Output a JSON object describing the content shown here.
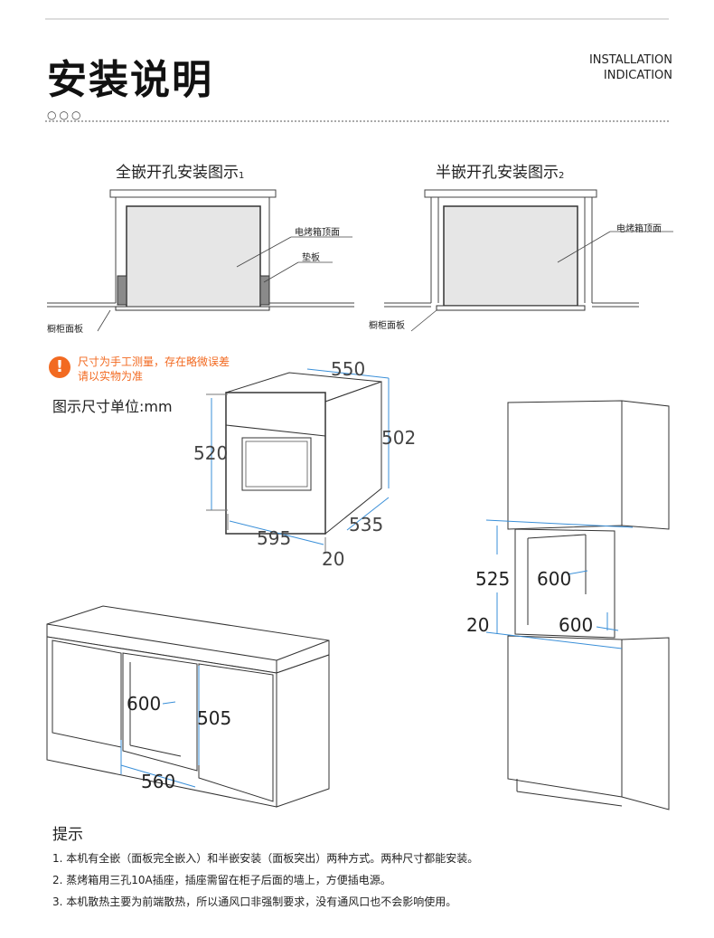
{
  "header": {
    "title": "安装说明",
    "en_line1": "INSTALLATION",
    "en_line2": "INDICATION",
    "dots": "○○○"
  },
  "fig1": {
    "title": "全嵌开孔安装图示",
    "num": "1",
    "label_top": "电烤箱顶面",
    "label_pad": "垫板",
    "label_panel": "橱柜面板"
  },
  "fig2": {
    "title": "半嵌开孔安装图示",
    "num": "2",
    "label_top": "电烤箱顶面",
    "label_panel": "橱柜面板"
  },
  "warning": {
    "icon": "!",
    "line1": "尺寸为手工测量，存在略微误差",
    "line2": "请以实物为准"
  },
  "unit_label": "图示尺寸单位:mm",
  "oven_dims": {
    "width_top": "550",
    "height_right": "502",
    "height_left": "520",
    "width_front": "595",
    "depth": "535",
    "panel": "20"
  },
  "tall_cabinet_dims": {
    "height": "525",
    "width_upper": "600",
    "gap": "20",
    "width_lower": "600"
  },
  "base_cabinet_dims": {
    "depth": "600",
    "height": "505",
    "width": "560"
  },
  "tips": {
    "title": "提示",
    "items": [
      "1. 本机有全嵌（面板完全嵌入）和半嵌安装（面板突出）两种方式。两种尺寸都能安装。",
      "2. 蒸烤箱用三孔10A插座，插座需留在柜子后面的墙上，方便插电源。",
      "3. 本机散热主要为前端散热，所以通风口非强制要求，没有通风口也不会影响使用。"
    ]
  },
  "colors": {
    "accent": "#f26a21",
    "dim_line": "#3a8fd8",
    "oven_fill": "#e6e6e6",
    "pad_fill": "#8a8a8a"
  }
}
